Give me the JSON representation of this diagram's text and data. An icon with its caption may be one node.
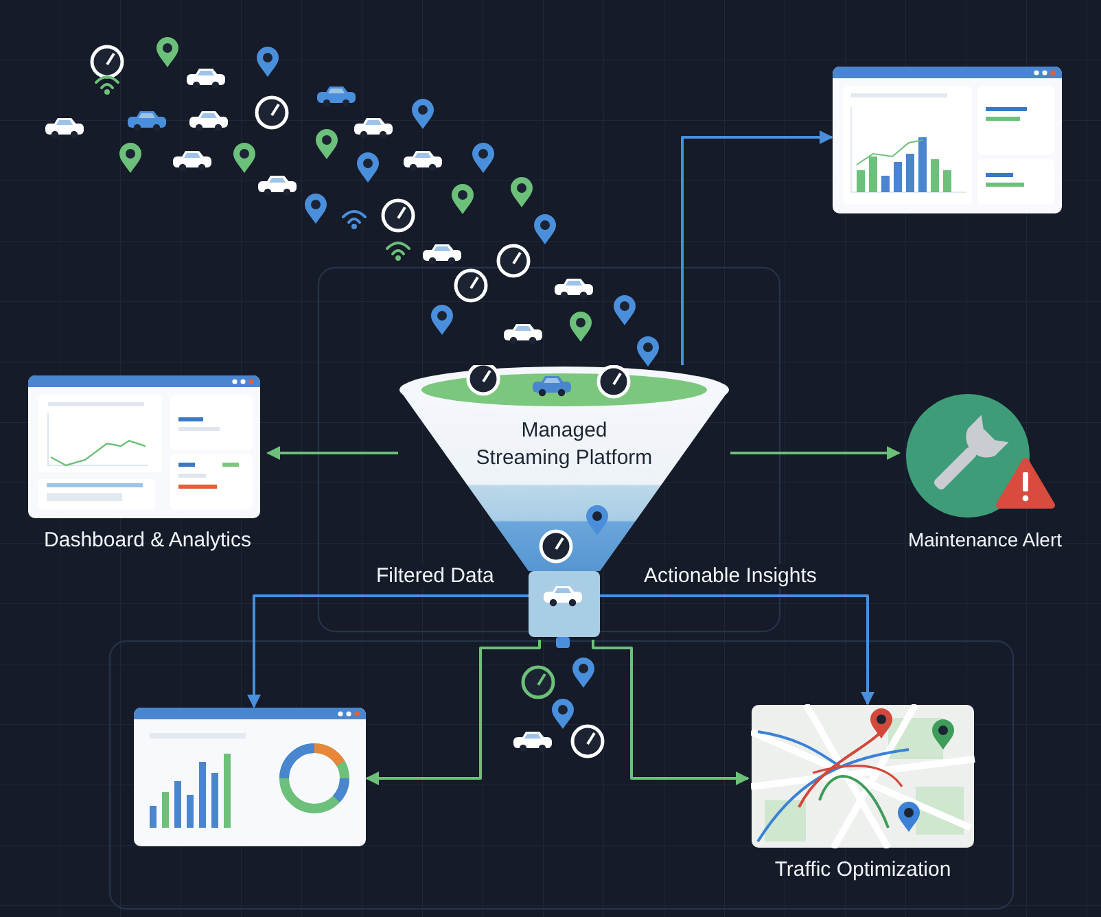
{
  "diagram": {
    "nodes": [
      {
        "text": [
          "Managed Streaming Platform"
        ]
      },
      {
        "text": [],
        "shape": "picture"
      },
      {
        "text": [
          "Dashboard & Analytics"
        ]
      },
      {
        "text": [
          "Maintenance Alert"
        ]
      },
      {
        "text": [],
        "shape": "picture"
      },
      {
        "text": [
          "Traffic Optimization"
        ]
      }
    ],
    "edges": [
      {
        "from": 0,
        "to": 1,
        "arrow": "to",
        "color": "#4a8fdc"
      },
      {
        "from": 0,
        "to": 2,
        "arrow": "to"
      },
      {
        "from": 0,
        "to": 3,
        "arrow": "to"
      },
      {
        "from": 0,
        "to": 4,
        "arrow": "to",
        "label": "Filtered Data",
        "color": "#4a8fdc"
      },
      {
        "from": 0,
        "to": 5,
        "arrow": "to",
        "label": "Actionable Insights",
        "color": "#4a8fdc"
      },
      {
        "from": 0,
        "to": 4,
        "arrow": "to"
      },
      {
        "from": 0,
        "to": 5,
        "arrow": "to"
      }
    ]
  }
}
